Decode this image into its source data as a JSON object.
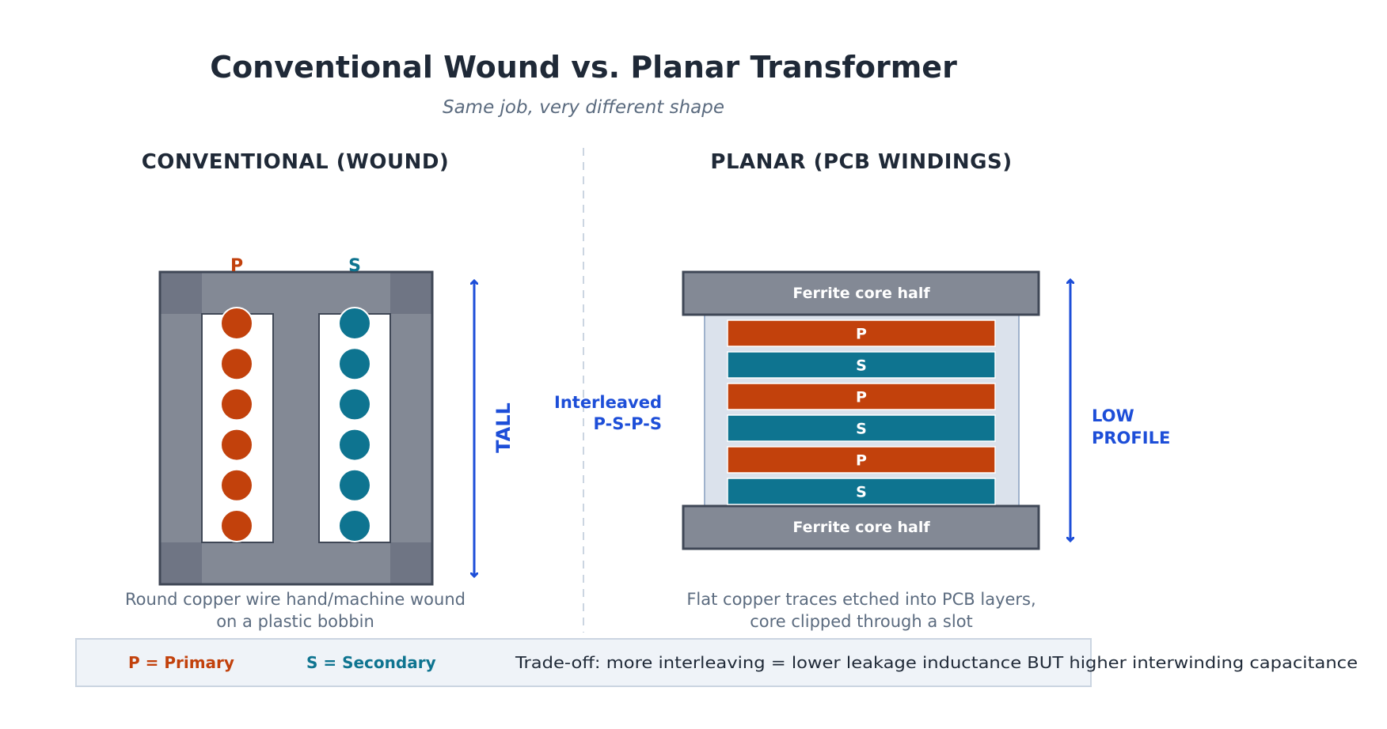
{
  "title": "Conventional Wound vs. Planar Transformer",
  "subtitle": "Same job, very different shape",
  "colors": {
    "primary": "#c2410c",
    "secondary": "#0e7490",
    "accent": "#1d4ed8",
    "core": "#838995",
    "core_dark": "#6f7584",
    "outline": "#3f4756",
    "text": "#1f2937",
    "muted": "#5b6b7f"
  },
  "conventional": {
    "heading": "CONVENTIONAL (WOUND)",
    "primary_column_label": "P",
    "secondary_column_label": "S",
    "primary_turns": 6,
    "secondary_turns": 6,
    "height_label": "TALL",
    "caption_line1": "Round copper wire hand/machine wound",
    "caption_line2": "on a plastic bobbin"
  },
  "planar": {
    "heading": "PLANAR (PCB WINDINGS)",
    "top_core_label": "Ferrite core half",
    "bottom_core_label": "Ferrite core half",
    "layers": [
      {
        "label": "P",
        "type": "primary"
      },
      {
        "label": "S",
        "type": "secondary"
      },
      {
        "label": "P",
        "type": "primary"
      },
      {
        "label": "S",
        "type": "secondary"
      },
      {
        "label": "P",
        "type": "primary"
      },
      {
        "label": "S",
        "type": "secondary"
      }
    ],
    "interleave_line1": "Interleaved",
    "interleave_line2": "P-S-P-S",
    "height_label_line1": "LOW",
    "height_label_line2": "PROFILE",
    "caption_line1": "Flat copper traces etched into PCB layers,",
    "caption_line2": "core clipped through a slot"
  },
  "legend": {
    "primary": "P = Primary",
    "secondary": "S = Secondary",
    "tradeoff": "Trade-off:  more interleaving  =  lower leakage inductance  BUT higher interwinding capacitance"
  }
}
